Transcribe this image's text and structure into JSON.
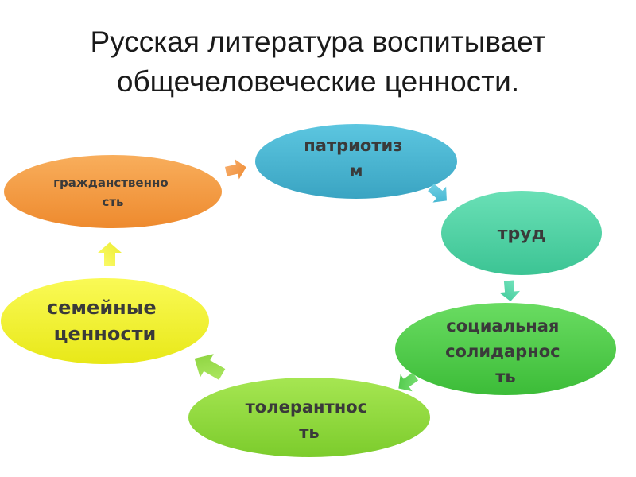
{
  "title": "Русская литература воспитывает общечеловеческие ценности.",
  "cycle_nodes": [
    {
      "id": "patriotism",
      "lines": [
        "патриотиз",
        "м"
      ],
      "color": "#4bacc6"
    },
    {
      "id": "labor",
      "lines": [
        "труд"
      ],
      "color": "#4bd0a0"
    },
    {
      "id": "solidarity",
      "lines": [
        "социальная",
        "солидарнос",
        "ть"
      ],
      "color": "#4ecb48"
    },
    {
      "id": "tolerance",
      "lines": [
        "толерантнос",
        "ть"
      ],
      "color": "#8ed83a"
    },
    {
      "id": "family",
      "lines": [
        "семейные",
        "ценности"
      ],
      "color": "#f2f22a"
    },
    {
      "id": "citizenship",
      "lines": [
        "гражданственно",
        "сть"
      ],
      "color": "#f49a40"
    }
  ]
}
